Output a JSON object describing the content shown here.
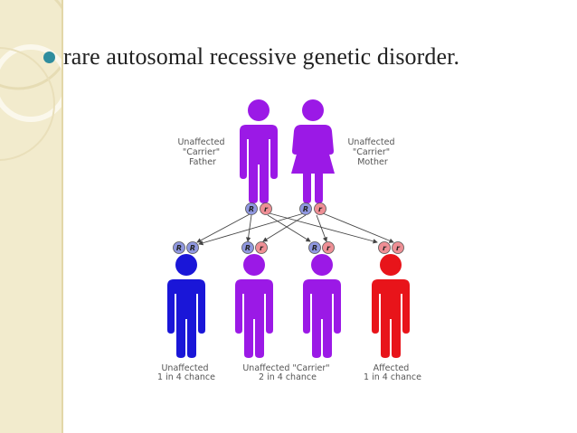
{
  "slide": {
    "bullet_text": "rare autosomal recessive genetic disorder."
  },
  "diagram": {
    "father_label": [
      "Unaffected",
      "\"Carrier\"",
      "Father"
    ],
    "mother_label": [
      "Unaffected",
      "\"Carrier\"",
      "Mother"
    ],
    "father_alleles": [
      "R",
      "r"
    ],
    "mother_alleles": [
      "R",
      "r"
    ],
    "children": [
      {
        "alleles": [
          "R",
          "R"
        ],
        "label": [
          "Unaffected",
          "1 in 4 chance"
        ]
      },
      {
        "alleles": [
          "R",
          "r"
        ],
        "label": []
      },
      {
        "alleles": [
          "R",
          "r"
        ],
        "label": [
          "Unaffected \"Carrier\"",
          "2 in 4 chance"
        ]
      },
      {
        "alleles": [
          "r",
          "r"
        ],
        "label": [
          "Affected",
          "1 in 4 chance"
        ]
      }
    ],
    "colors": {
      "carrier": "#9b19e6",
      "unaffected": "#1a16d8",
      "affected": "#e8141a",
      "dominant_allele": "#8f97df",
      "recessive_allele": "#ee8f95",
      "accent": "#2f8d9e",
      "sidebar": "#f2ebcd"
    }
  }
}
